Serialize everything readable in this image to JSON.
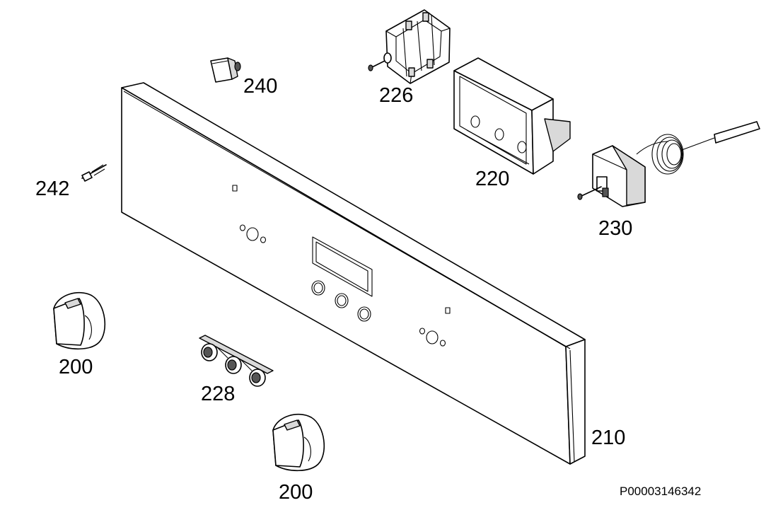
{
  "parts": {
    "knob_upper": "200",
    "knob_lower": "200",
    "panel": "210",
    "programmer_frame": "220",
    "selector_switch": "226",
    "indicator_lamps": "228",
    "thermostat": "230",
    "button": "240",
    "pin": "242"
  },
  "document_number": "P00003146342"
}
